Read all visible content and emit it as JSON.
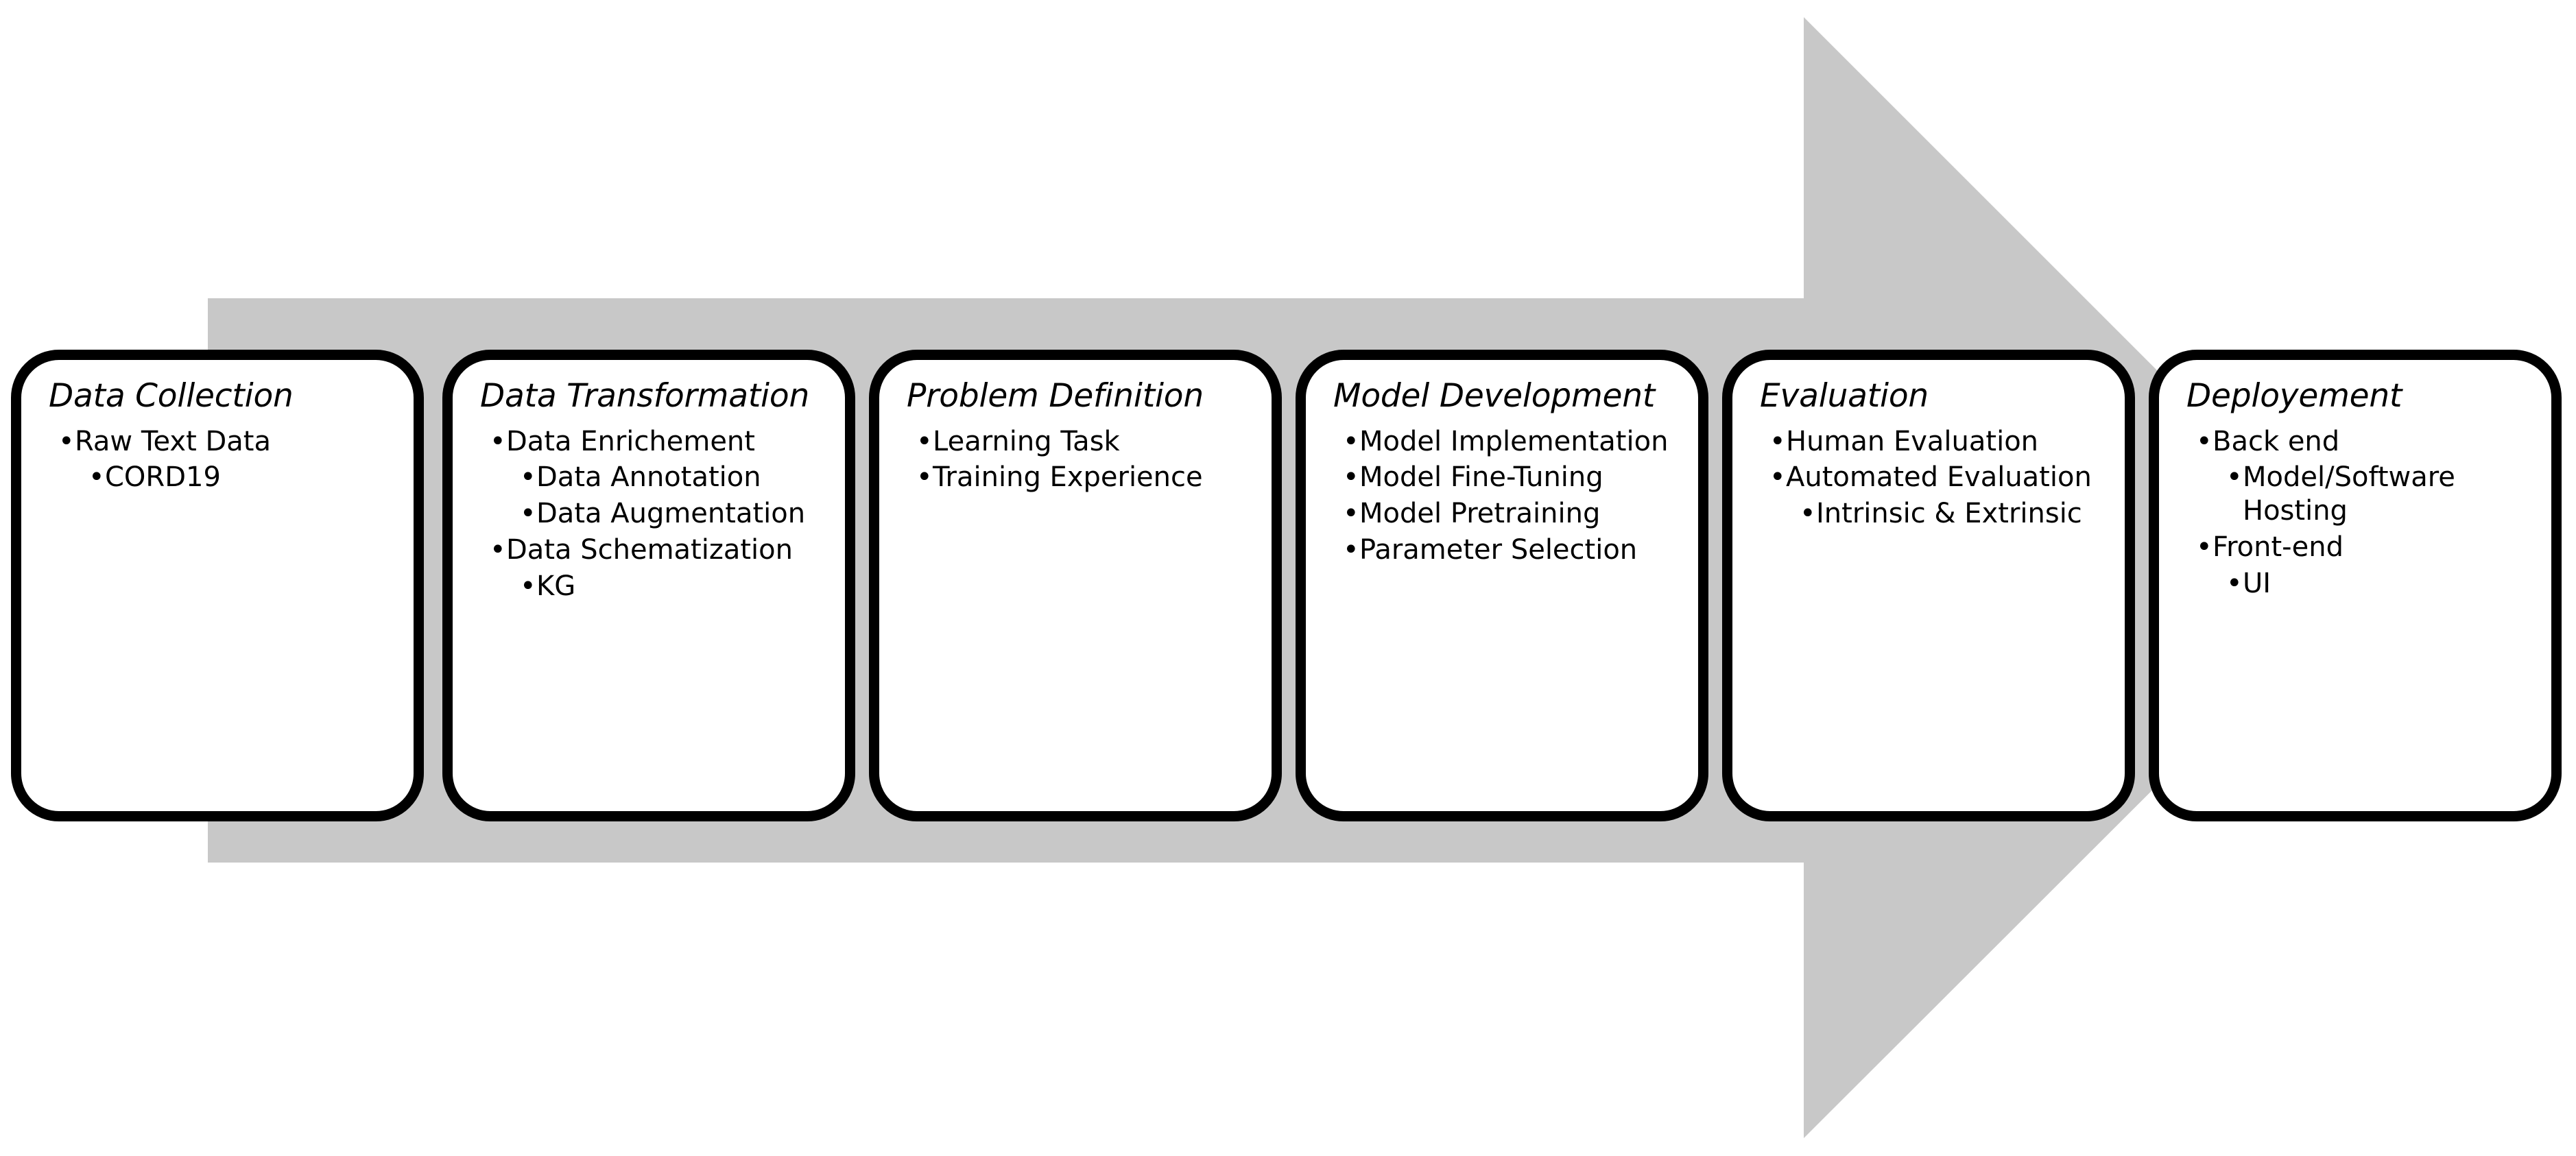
{
  "diagram": {
    "title": "ML pipeline stages arrow diagram",
    "arrow": {
      "name": "right-pointing-block-arrow",
      "color": "#c8c8c8",
      "direction": "right"
    },
    "box_style": {
      "border_color": "#000000",
      "fill_color": "#ffffff"
    },
    "bullet_glyph": "•",
    "stages": [
      {
        "title": "Data Collection",
        "items": [
          {
            "level": 1,
            "label": "Raw Text Data"
          },
          {
            "level": 2,
            "label": "CORD19"
          }
        ]
      },
      {
        "title": "Data Transformation",
        "items": [
          {
            "level": 1,
            "label": "Data Enrichement"
          },
          {
            "level": 2,
            "label": "Data Annotation"
          },
          {
            "level": 2,
            "label": "Data Augmentation"
          },
          {
            "level": 1,
            "label": "Data Schematization"
          },
          {
            "level": 2,
            "label": "KG"
          }
        ]
      },
      {
        "title": "Problem Definition",
        "items": [
          {
            "level": 1,
            "label": "Learning Task"
          },
          {
            "level": 1,
            "label": "Training Experience"
          }
        ]
      },
      {
        "title": "Model Development",
        "items": [
          {
            "level": 1,
            "label": "Model Implementation"
          },
          {
            "level": 1,
            "label": "Model Fine-Tuning"
          },
          {
            "level": 1,
            "label": "Model Pretraining"
          },
          {
            "level": 1,
            "label": "Parameter Selection"
          }
        ]
      },
      {
        "title": "Evaluation",
        "items": [
          {
            "level": 1,
            "label": "Human Evaluation"
          },
          {
            "level": 1,
            "label": "Automated Evaluation"
          },
          {
            "level": 2,
            "label": "Intrinsic & Extrinsic"
          }
        ]
      },
      {
        "title": "Deployement",
        "items": [
          {
            "level": 1,
            "label": "Back end"
          },
          {
            "level": 2,
            "label": "Model/Software Hosting"
          },
          {
            "level": 1,
            "label": "Front-end"
          },
          {
            "level": 2,
            "label": "UI"
          }
        ]
      }
    ]
  }
}
